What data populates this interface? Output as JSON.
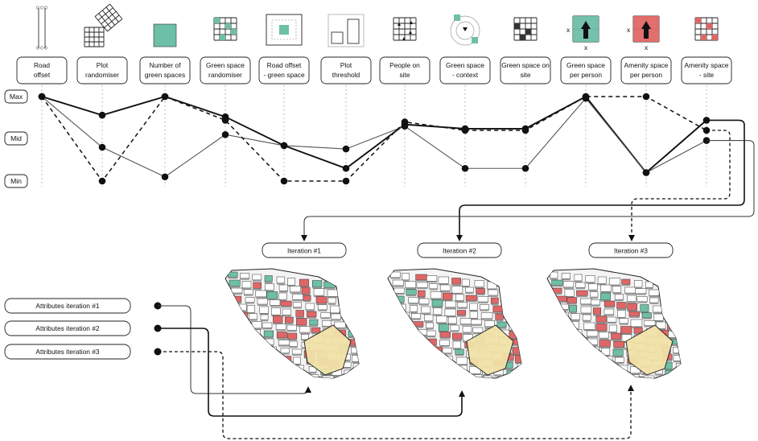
{
  "parameters": [
    {
      "line1": "Road",
      "line2": "offset"
    },
    {
      "line1": "Plot",
      "line2": "randomiser"
    },
    {
      "line1": "Number of",
      "line2": "green spaces"
    },
    {
      "line1": "Green space",
      "line2": "randomiser"
    },
    {
      "line1": "Road offset",
      "line2": "- green space"
    },
    {
      "line1": "Plot",
      "line2": "threshold"
    },
    {
      "line1": "People on",
      "line2": "site"
    },
    {
      "line1": "Green space",
      "line2": "- context"
    },
    {
      "line1": "Green space on",
      "line2": "site"
    },
    {
      "line1": "Green space",
      "line2": "per person"
    },
    {
      "line1": "Amenity space",
      "line2": "per person"
    },
    {
      "line1": "Amenity space",
      "line2": "- site"
    }
  ],
  "levels": [
    "Max",
    "Mid",
    "Min"
  ],
  "iterations": [
    "Iteration #1",
    "Iteration #2",
    "Iteration #3"
  ],
  "attributes": [
    "Attributes iteration #1",
    "Attributes iteration #2",
    "Attributes iteration #3"
  ],
  "colors": {
    "green": "#6dbfa6",
    "red": "#e06666",
    "yellow": "#f2e2a8",
    "line": "#111111",
    "guide": "#bbbbbb"
  },
  "chart_data": {
    "type": "line",
    "categories": [
      "Road offset",
      "Plot randomiser",
      "Number of green spaces",
      "Green space randomiser",
      "Road offset - green space",
      "Plot threshold",
      "People on site",
      "Green space - context",
      "Green space on site",
      "Green space per person",
      "Amenity space per person",
      "Amenity space - site"
    ],
    "ylim": [
      0,
      1
    ],
    "series": [
      {
        "values": [
          1.0,
          0.78,
          1.0,
          0.76,
          0.42,
          0.15,
          0.67,
          0.62,
          0.62,
          1.0,
          0.1,
          0.72
        ]
      },
      {
        "values": [
          1.0,
          0.4,
          0.05,
          0.55,
          0.42,
          0.38,
          0.65,
          0.15,
          0.15,
          0.98,
          0.1,
          0.48
        ]
      },
      {
        "values": [
          1.0,
          0.0,
          1.0,
          0.72,
          0.0,
          0.0,
          0.7,
          0.6,
          0.6,
          1.0,
          1.0,
          0.6
        ]
      }
    ]
  }
}
